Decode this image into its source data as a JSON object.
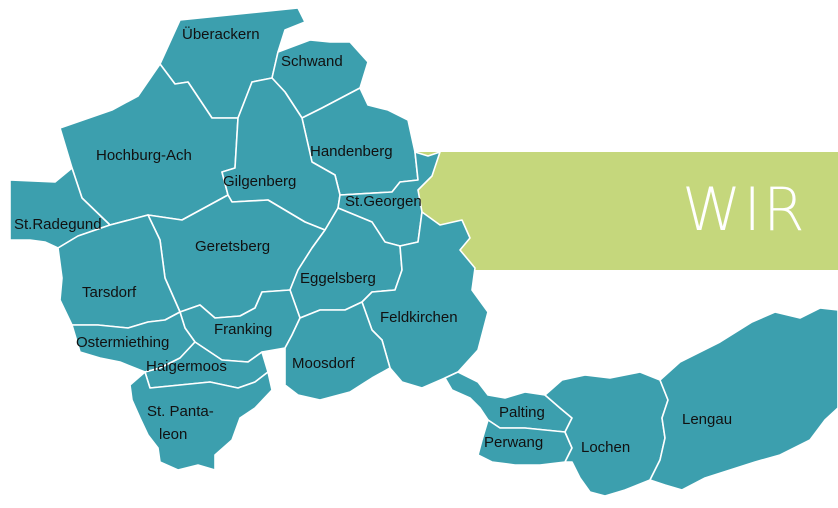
{
  "banner": {
    "text": "WIR"
  },
  "colors": {
    "region_fill": "#3c9fae",
    "border": "#ffffff",
    "banner_bg": "#c5d77c",
    "banner_text": "#ffffff",
    "label": "#111111"
  },
  "regions": [
    {
      "id": "ueberackern",
      "label": "Überackern"
    },
    {
      "id": "schwand",
      "label": "Schwand"
    },
    {
      "id": "hochburg-ach",
      "label": "Hochburg-Ach"
    },
    {
      "id": "handenberg",
      "label": "Handenberg"
    },
    {
      "id": "gilgenberg",
      "label": "Gilgenberg"
    },
    {
      "id": "st-georgen",
      "label": "St.Georgen"
    },
    {
      "id": "st-radegund",
      "label": "St.Radegund"
    },
    {
      "id": "geretsberg",
      "label": "Geretsberg"
    },
    {
      "id": "eggelsberg",
      "label": "Eggelsberg"
    },
    {
      "id": "tarsdorf",
      "label": "Tarsdorf"
    },
    {
      "id": "feldkirchen",
      "label": "Feldkirchen"
    },
    {
      "id": "franking",
      "label": "Franking"
    },
    {
      "id": "ostermiething",
      "label": "Ostermiething"
    },
    {
      "id": "haigermoos",
      "label": "Haigermoos"
    },
    {
      "id": "moosdorf",
      "label": "Moosdorf"
    },
    {
      "id": "st-pantaleon",
      "label": "St. Panta-leon",
      "label_lines": [
        "St. Panta-",
        "leon"
      ]
    },
    {
      "id": "palting",
      "label": "Palting"
    },
    {
      "id": "perwang",
      "label": "Perwang"
    },
    {
      "id": "lochen",
      "label": "Lochen"
    },
    {
      "id": "lengau",
      "label": "Lengau"
    }
  ]
}
